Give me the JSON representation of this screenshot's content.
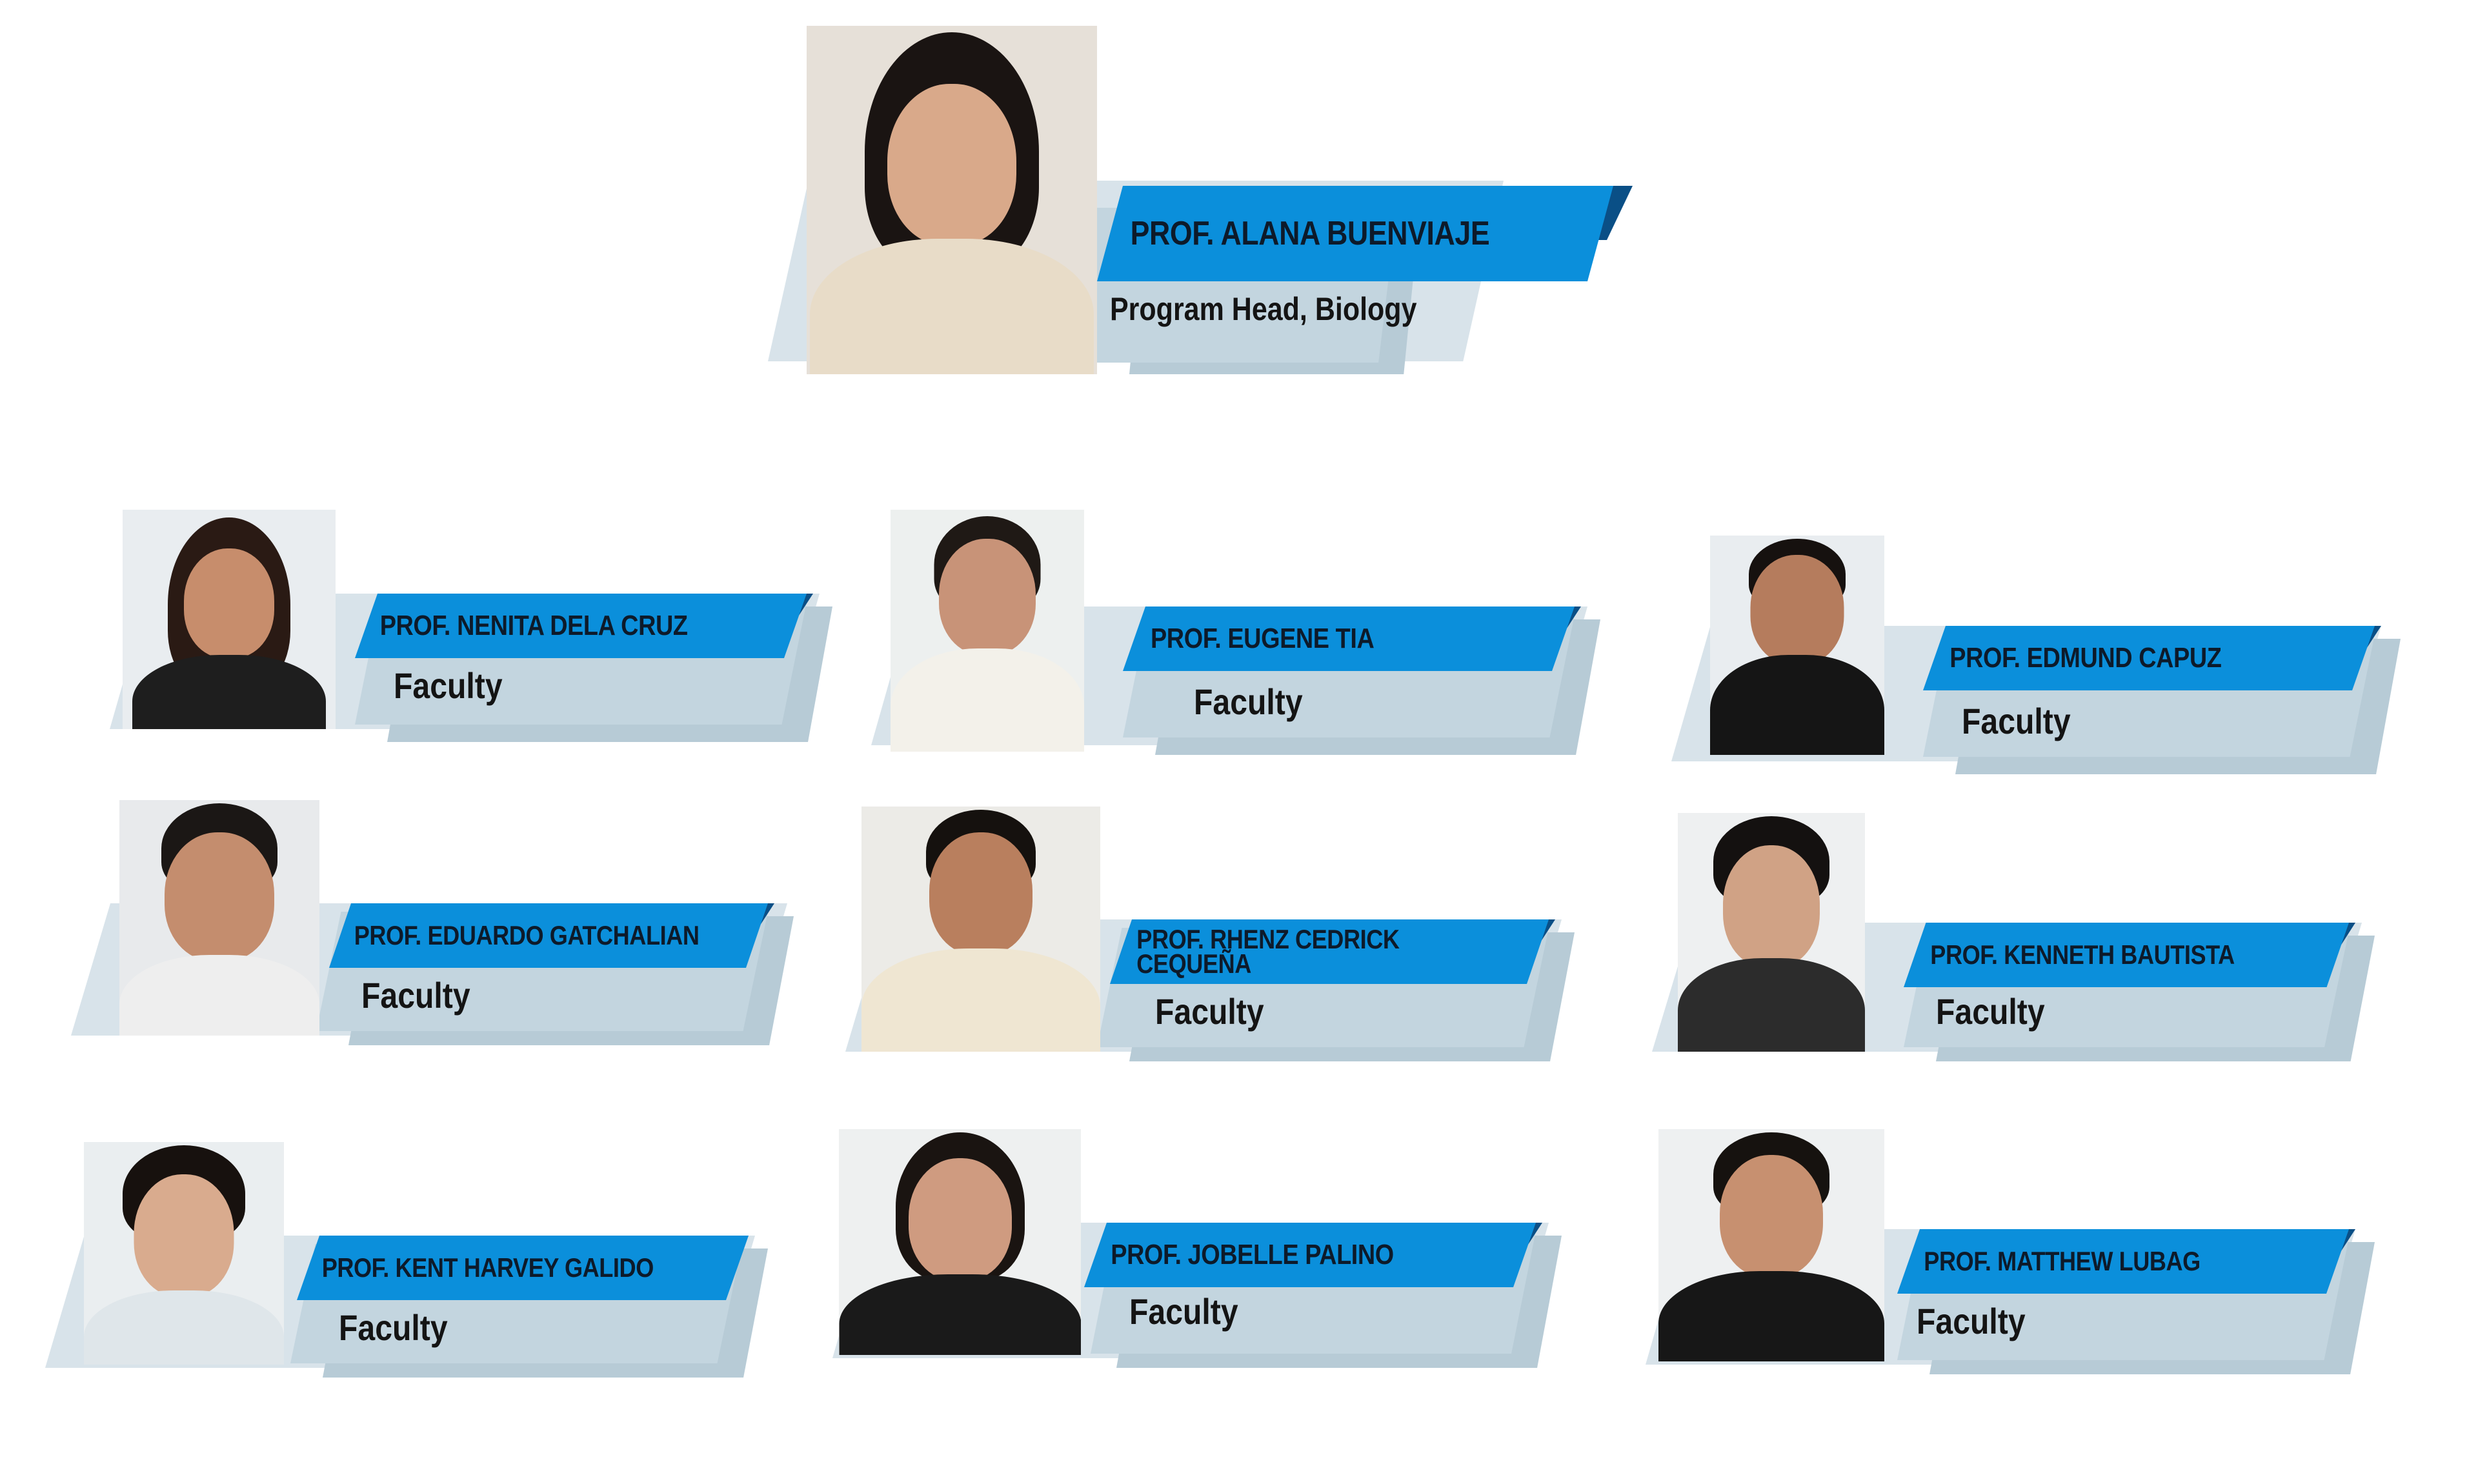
{
  "colors": {
    "name_bar": "#0b8fdb",
    "name_bar_accent": "#0a4f86",
    "band": "#c3d5df",
    "band_shadow": "#b7cbd6",
    "background": "#ffffff"
  },
  "head": {
    "name": "PROF. ALANA BUENVIAJE",
    "role": "Program Head, Biology",
    "photo": {
      "icon": "portrait-photo",
      "skin": "#d9a98a",
      "hair": "#1a1412",
      "clothing": "#e8dcc8"
    }
  },
  "faculty": [
    {
      "name": "PROF. NENITA DELA CRUZ",
      "role": "Faculty",
      "photo": {
        "icon": "portrait-photo",
        "skin": "#c78d6c",
        "hair": "#2a1a14",
        "clothing": "#1e1e1e"
      }
    },
    {
      "name": "PROF. EUGENE TIA",
      "role": "Faculty",
      "photo": {
        "icon": "portrait-photo",
        "skin": "#c89378",
        "hair": "#1f1915",
        "clothing": "#f3f1ea"
      }
    },
    {
      "name": "PROF. EDMUND CAPUZ",
      "role": "Faculty",
      "photo": {
        "icon": "portrait-photo",
        "skin": "#b57c5d",
        "hair": "#16110f",
        "clothing": "#151515"
      }
    },
    {
      "name": "PROF. EDUARDO GATCHALIAN",
      "role": "Faculty",
      "photo": {
        "icon": "portrait-photo",
        "skin": "#c48d6e",
        "hair": "#1b1715",
        "clothing": "#eeeeee"
      }
    },
    {
      "name": "PROF. RHENZ CEDRICK CEQUEÑA",
      "role": "Faculty",
      "photo": {
        "icon": "portrait-photo",
        "skin": "#b97f5e",
        "hair": "#15110e",
        "clothing": "#efe6d2"
      }
    },
    {
      "name": "PROF. KENNETH BAUTISTA",
      "role": "Faculty",
      "photo": {
        "icon": "portrait-photo",
        "skin": "#d0a285",
        "hair": "#141110",
        "clothing": "#2c2c2c"
      }
    },
    {
      "name": "PROF. KENT HARVEY GALIDO",
      "role": "Faculty",
      "photo": {
        "icon": "portrait-photo",
        "skin": "#d9ab8e",
        "hair": "#17110e",
        "clothing": "#dfe6ea"
      }
    },
    {
      "name": "PROF. JOBELLE PALINO",
      "role": "Faculty",
      "photo": {
        "icon": "portrait-photo",
        "skin": "#cf9b80",
        "hair": "#1a1411",
        "clothing": "#1a1a1a"
      }
    },
    {
      "name": "PROF. MATTHEW LUBAG",
      "role": "Faculty",
      "photo": {
        "icon": "portrait-photo",
        "skin": "#c79070",
        "hair": "#16120f",
        "clothing": "#171717"
      }
    }
  ]
}
